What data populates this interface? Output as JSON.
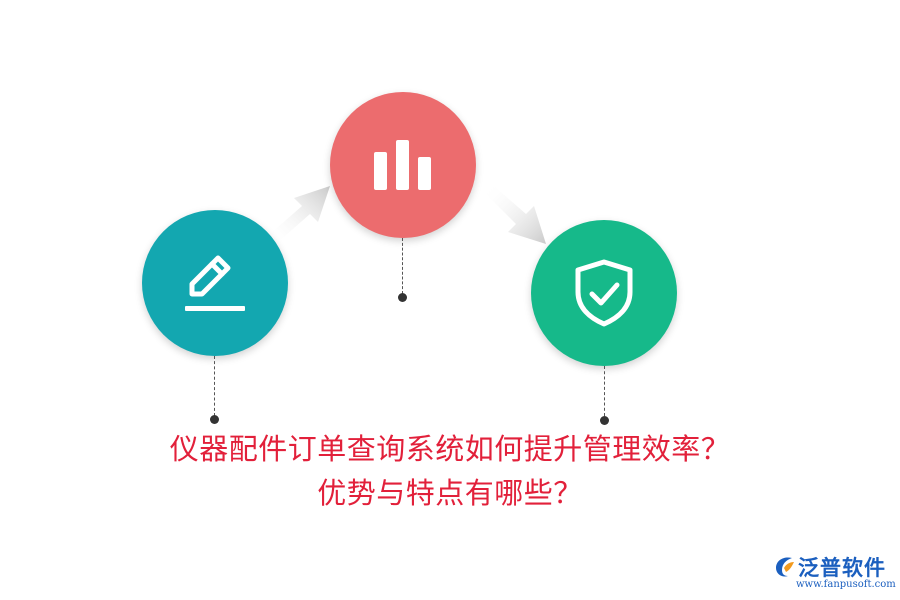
{
  "colors": {
    "edit_circle": "#13a7b0",
    "chart_circle": "#ec6c6e",
    "shield_circle": "#16b98a",
    "headline": "#e2203a",
    "arrow": "#d5d5d5",
    "logo_blue": "#1b5fbf",
    "logo_orange": "#f29a1f"
  },
  "steps": [
    {
      "icon": "edit-icon"
    },
    {
      "icon": "bar-chart-icon"
    },
    {
      "icon": "shield-check-icon"
    }
  ],
  "headline": {
    "line1": "仪器配件订单查询系统如何提升管理效率？",
    "line2": "优势与特点有哪些？"
  },
  "logo": {
    "name": "泛普软件",
    "url": "www.fanpusoft.com"
  }
}
